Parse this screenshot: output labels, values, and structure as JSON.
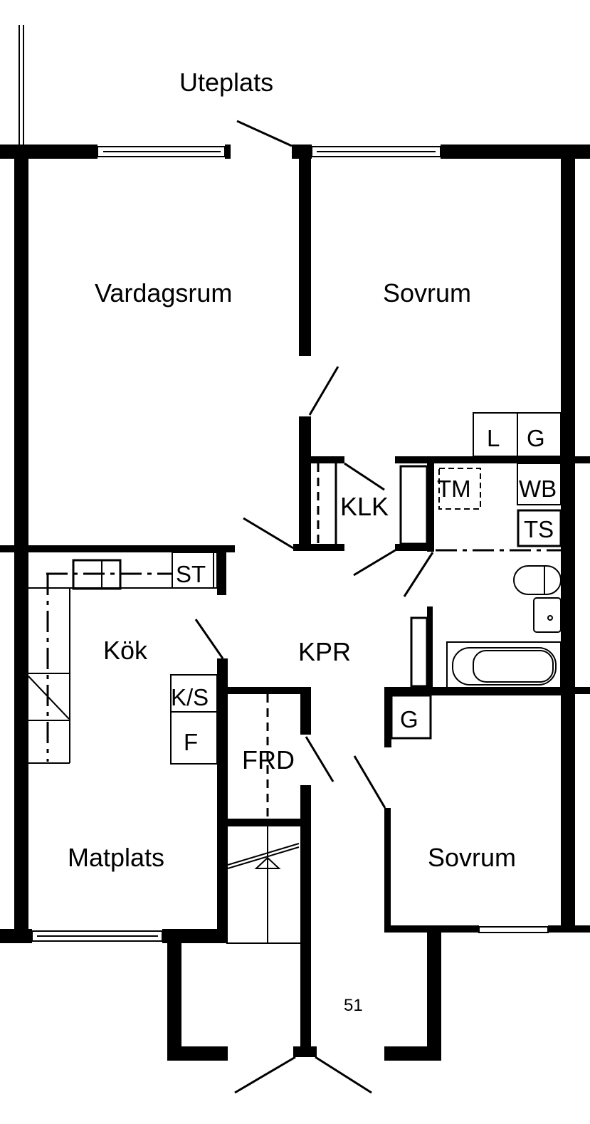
{
  "plan": {
    "rooms": {
      "uteplats": "Uteplats",
      "vardagsrum": "Vardagsrum",
      "sovrum_1": "Sovrum",
      "klk": "KLK",
      "kok": "Kök",
      "kpr": "KPR",
      "frd": "FRD",
      "matplats": "Matplats",
      "sovrum_2": "Sovrum"
    },
    "fixtures": {
      "st": "ST",
      "l": "L",
      "g_top": "G",
      "tm": "TM",
      "wb": "WB",
      "ts": "TS",
      "ks": "K/S",
      "f": "F",
      "g_bottom": "G"
    },
    "unit_number": "51"
  }
}
